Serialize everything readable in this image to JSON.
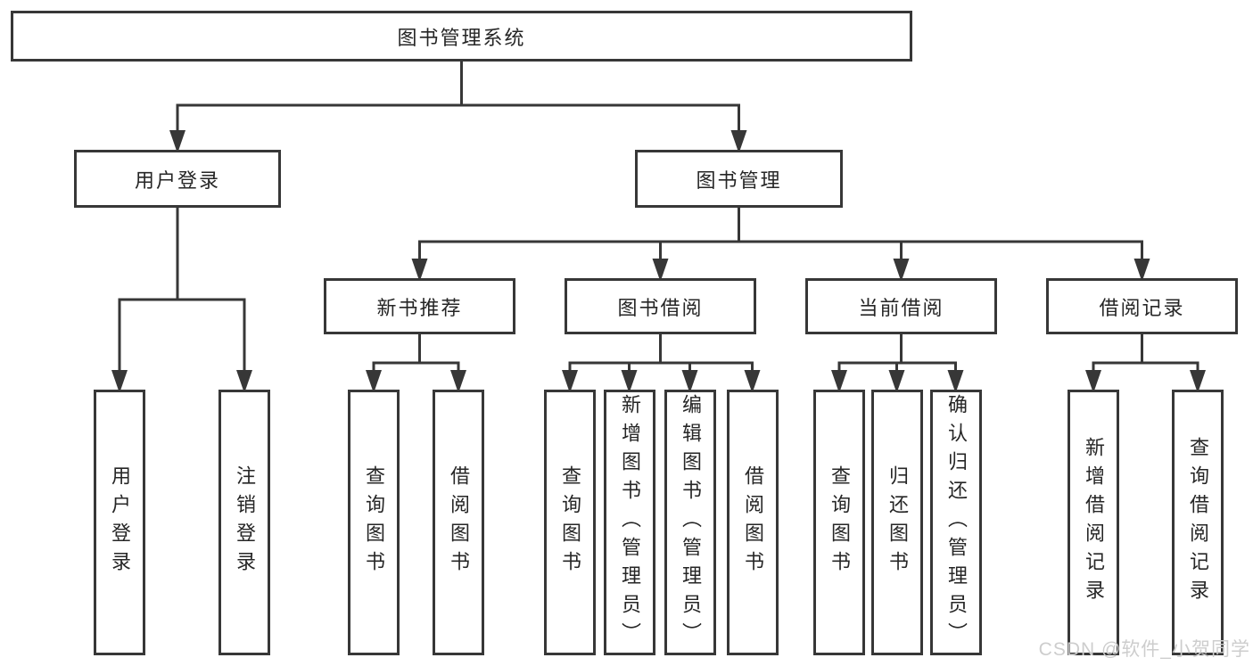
{
  "diagram": {
    "tree": {
      "root": {
        "label": "图书管理系统"
      },
      "branches": [
        {
          "label": "用户登录",
          "children": [
            {
              "label": "用户登录"
            },
            {
              "label": "注销登录"
            }
          ]
        },
        {
          "label": "图书管理",
          "children": [
            {
              "label": "新书推荐",
              "children": [
                {
                  "label": "查询图书"
                },
                {
                  "label": "借阅图书"
                }
              ]
            },
            {
              "label": "图书借阅",
              "children": [
                {
                  "label": "查询图书"
                },
                {
                  "label": "新增图书（管理员）"
                },
                {
                  "label": "编辑图书（管理员）"
                },
                {
                  "label": "借阅图书"
                }
              ]
            },
            {
              "label": "当前借阅",
              "children": [
                {
                  "label": "查询图书"
                },
                {
                  "label": "归还图书"
                },
                {
                  "label": "确认归还（管理员）"
                }
              ]
            },
            {
              "label": "借阅记录",
              "children": [
                {
                  "label": "新增借阅记录"
                },
                {
                  "label": "查询借阅记录"
                }
              ]
            }
          ]
        }
      ]
    },
    "colors": {
      "line": "#373737",
      "text": "#262626",
      "background": "#ffffff",
      "watermark": "#cdcdcd"
    }
  },
  "watermark": "CSDN @软件_小贺同学"
}
